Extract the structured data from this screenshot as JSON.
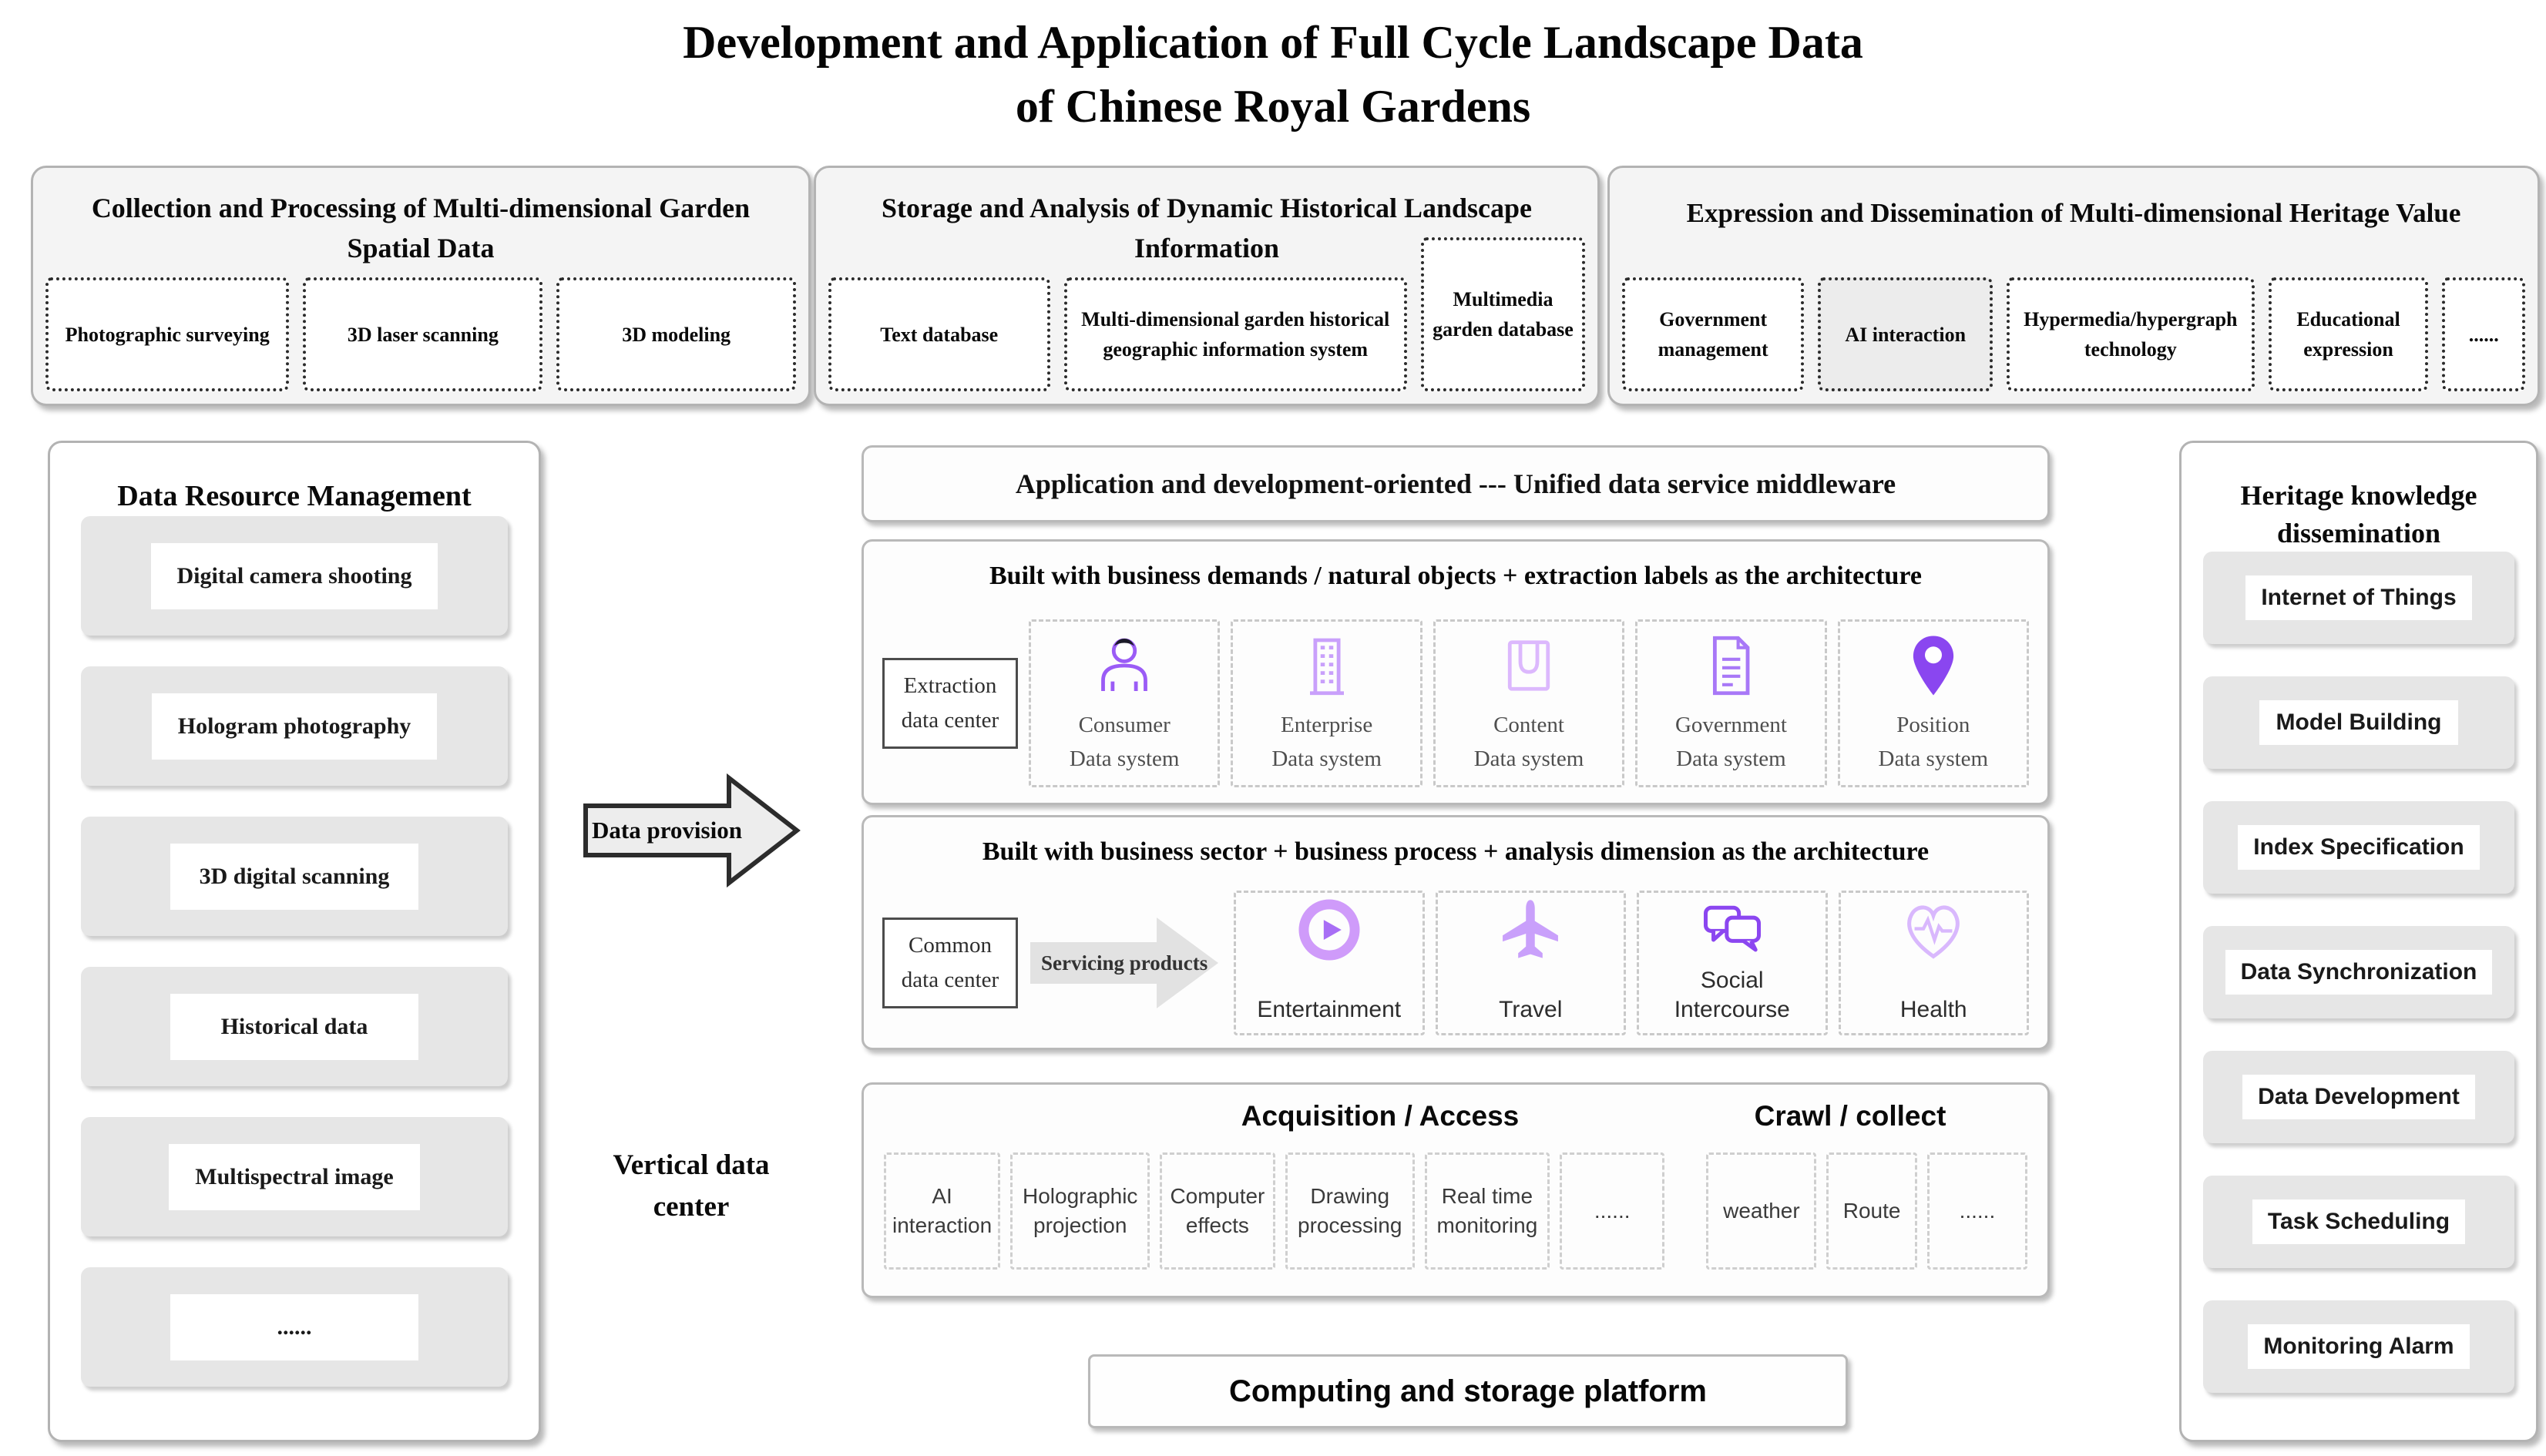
{
  "title": {
    "line1": "Development and Application of Full Cycle Landscape Data",
    "line2": "of Chinese Royal Gardens"
  },
  "top_sections": [
    {
      "title": "Collection and Processing of Multi-dimensional Garden Spatial Data",
      "items": [
        {
          "label": "Photographic surveying"
        },
        {
          "label": "3D laser scanning"
        },
        {
          "label": "3D modeling"
        }
      ]
    },
    {
      "title": "Storage and Analysis of Dynamic Historical Landscape Information",
      "items": [
        {
          "label": "Text database"
        },
        {
          "label": "Multi-dimensional garden historical geographic information system"
        },
        {
          "label": "Multimedia garden database"
        }
      ]
    },
    {
      "title": "Expression and Dissemination of Multi-dimensional Heritage Value",
      "items": [
        {
          "label": "Government management"
        },
        {
          "label": "AI interaction"
        },
        {
          "label": "Hypermedia/hypergraph technology"
        },
        {
          "label": "Educational expression"
        },
        {
          "label": "......"
        }
      ]
    }
  ],
  "left_panel": {
    "title": "Data Resource Management",
    "items": [
      {
        "label": "Digital camera shooting"
      },
      {
        "label": "Hologram photography"
      },
      {
        "label": "3D digital scanning"
      },
      {
        "label": "Historical data"
      },
      {
        "label": "Multispectral image"
      },
      {
        "label": "......"
      }
    ]
  },
  "flow": {
    "data_provision": "Data provision",
    "vertical_data_center": "Vertical data center",
    "servicing_products": "Servicing products"
  },
  "middleware_bar": {
    "label": "Application and development-oriented --- Unified data service middleware"
  },
  "extraction_section": {
    "header": "Built with business demands / natural objects + extraction labels as the architecture",
    "center_box": {
      "line1": "Extraction",
      "line2": "data center"
    },
    "systems": [
      {
        "line1": "Consumer",
        "line2": "Data system",
        "icon": "person-icon"
      },
      {
        "line1": "Enterprise",
        "line2": "Data system",
        "icon": "building-icon"
      },
      {
        "line1": "Content",
        "line2": "Data system",
        "icon": "shopping-bag-icon"
      },
      {
        "line1": "Government",
        "line2": "Data system",
        "icon": "document-icon"
      },
      {
        "line1": "Position",
        "line2": "Data system",
        "icon": "location-pin-icon"
      }
    ]
  },
  "common_section": {
    "header": "Built with business sector + business process + analysis dimension as the architecture",
    "center_box": {
      "line1": "Common",
      "line2": "data center"
    },
    "products": [
      {
        "label": "Entertainment",
        "icon": "play-circle-icon"
      },
      {
        "label": "Travel",
        "icon": "airplane-icon"
      },
      {
        "label": "Social Intercourse",
        "icon": "chat-bubbles-icon"
      },
      {
        "label": "Health",
        "icon": "heart-pulse-icon"
      }
    ]
  },
  "acquisition_section": {
    "header_left": "Acquisition / Access",
    "header_right": "Crawl / collect",
    "items": [
      {
        "label": "AI interaction"
      },
      {
        "label": "Holographic projection"
      },
      {
        "label": "Computer effects"
      },
      {
        "label": "Drawing processing"
      },
      {
        "label": "Real time monitoring"
      },
      {
        "label": "......"
      },
      {
        "label": "weather"
      },
      {
        "label": "Route"
      },
      {
        "label": "......"
      }
    ]
  },
  "computing_bar": {
    "label": "Computing and storage platform"
  },
  "right_panel": {
    "title": {
      "line1": "Heritage knowledge",
      "line2": "dissemination"
    },
    "items": [
      {
        "label": "Internet of Things"
      },
      {
        "label": "Model Building"
      },
      {
        "label": "Index Specification"
      },
      {
        "label": "Data Synchronization"
      },
      {
        "label": "Data Development"
      },
      {
        "label": "Task Scheduling"
      },
      {
        "label": "Monitoring Alarm"
      }
    ]
  },
  "colors": {
    "accent_purple": "#9b5cf6",
    "light_purple": "#c9a0fb",
    "pale_purple": "#dcb8fd",
    "deep_purple": "#8a46f0",
    "box_gray": "#e6e6e6",
    "border_gray": "#b3b3b3",
    "dash_gray": "#cccccc"
  }
}
